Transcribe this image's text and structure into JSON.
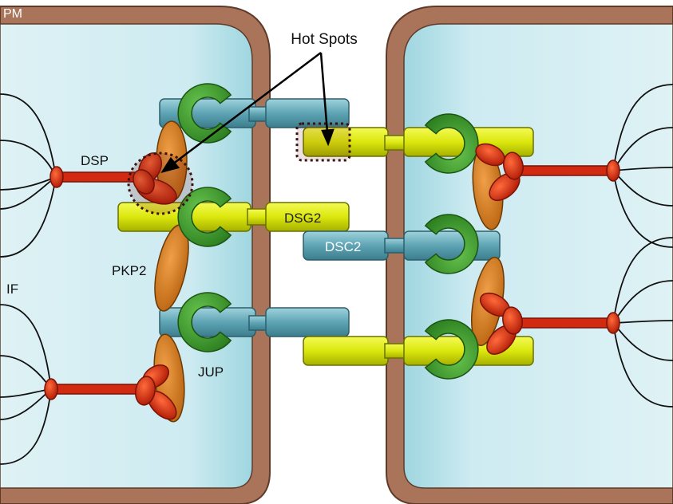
{
  "labels": {
    "pm": "PM",
    "hot_spots": "Hot Spots",
    "dsp": "DSP",
    "dsg2": "DSG2",
    "dsc2": "DSC2",
    "pkp2": "PKP2",
    "if": "IF",
    "jup": "JUP"
  },
  "colors": {
    "membrane": "#a9745a",
    "membrane_dark": "#5e3a28",
    "cell_light": "#e4f4f7",
    "cell_edge": "#a9dbe4",
    "dsp_red": "#c8240e",
    "dsp_dark": "#7a1206",
    "jup_green": "#3b9a2b",
    "jup_dark": "#1c5512",
    "dsg2_yellow": "#d8e40a",
    "dsc2_blue": "#5fa3b3",
    "pkp2_orange": "#cf7a22",
    "hotspot_ring": "#3a1010"
  }
}
